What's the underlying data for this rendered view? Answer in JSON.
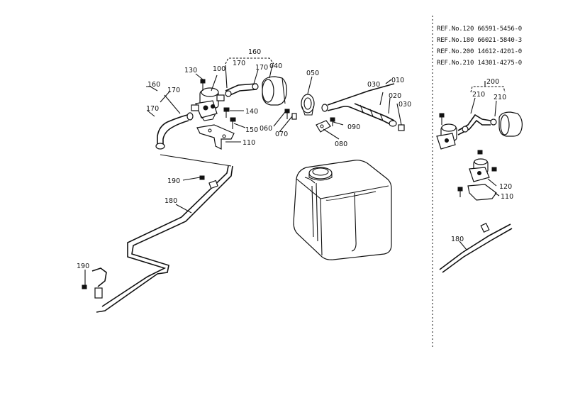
{
  "labels": {
    "p010": "010",
    "p020": "020",
    "p030a": "030",
    "p030b": "030",
    "p040": "040",
    "p050": "050",
    "p060": "060",
    "p070": "070",
    "p080": "080",
    "p090": "090",
    "p100": "100",
    "p110": "110",
    "p130": "130",
    "p140": "140",
    "p150": "150",
    "p160a": "160",
    "p160b": "160",
    "p170a": "170",
    "p170b": "170",
    "p170c": "170",
    "p170d": "170",
    "p180": "180",
    "p190a": "190",
    "p190b": "190",
    "inset_p200": "200",
    "inset_p210a": "210",
    "inset_p210b": "210",
    "inset_p120": "120",
    "inset_p110": "110",
    "inset_p180": "180"
  },
  "references": [
    "REF.No.120  66591-5456-0",
    "REF.No.180  66021-5840-3",
    "REF.No.200  14612-4201-0",
    "REF.No.210  14301-4275-0"
  ]
}
